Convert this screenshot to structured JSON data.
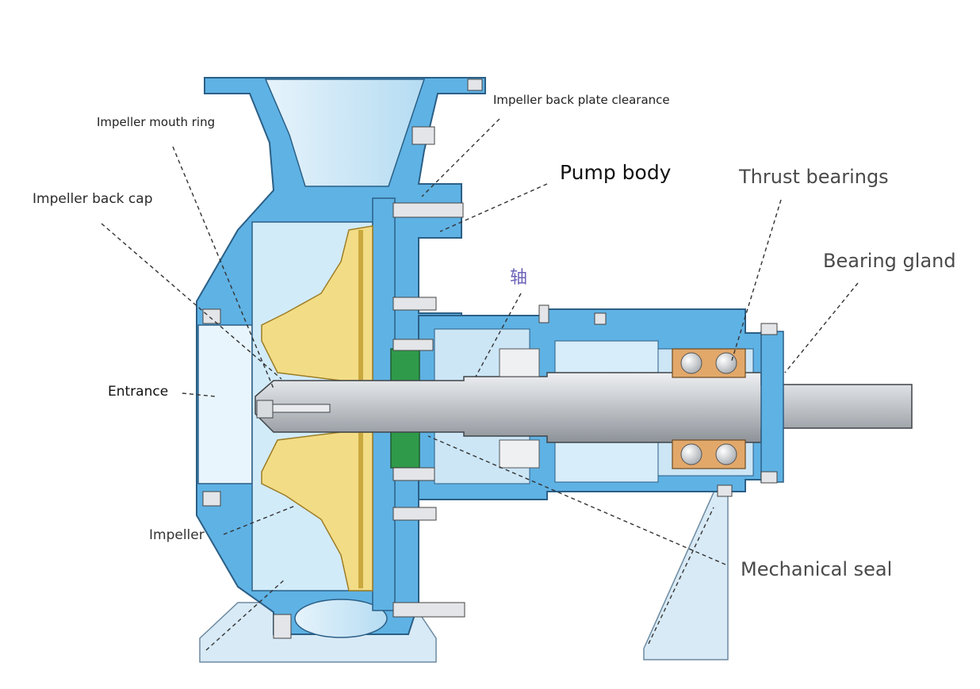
{
  "diagram": {
    "labels": {
      "impeller_back_plate_clearance": "Impeller back plate clearance",
      "impeller_mouth_ring": "Impeller mouth ring",
      "pump_body": "Pump body",
      "thrust_bearings": "Thrust bearings",
      "impeller_back_cap": "Impeller back cap",
      "bearing_gland": "Bearing gland",
      "shaft": "轴",
      "entrance": "Entrance",
      "impeller": "Impeller",
      "mechanical_seal": "Mechanical seal"
    },
    "colors": {
      "casing": "#5fb2e4",
      "casing_outline": "#2b5f86",
      "casing_light": "#cfe8f8",
      "impeller": "#f3dc86",
      "impeller_dark": "#c9a83e",
      "shaft": "#c9cdd2",
      "seal": "#2f9a4a",
      "leader": "#333333"
    }
  }
}
